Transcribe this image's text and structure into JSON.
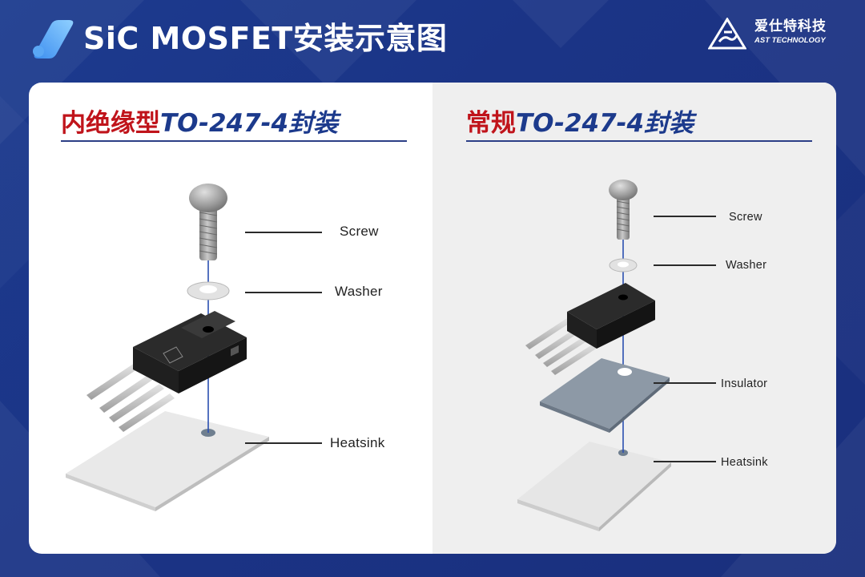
{
  "header": {
    "title": "SiC MOSFET安装示意图",
    "brand_cn": "爱仕特科技",
    "brand_en": "AST TECHNOLOGY"
  },
  "left": {
    "title_red": "内绝缘型",
    "title_blue": "TO-247-4封装",
    "labels": {
      "screw": "Screw",
      "washer": "Washer",
      "heatsink": "Heatsink"
    }
  },
  "right": {
    "title_red": "常规",
    "title_blue": "TO-247-4封装",
    "labels": {
      "screw": "Screw",
      "washer": "Washer",
      "insulator": "Insulator",
      "heatsink": "Heatsink"
    }
  },
  "colors": {
    "background": "#1b3486",
    "title_red": "#c0141b",
    "title_blue": "#1c3a8c",
    "axis_line": "#2a4fb0",
    "insulator": "#8d99a6",
    "heatsink": "#e6e6e6"
  },
  "icons": [
    "header-logo-icon",
    "ast-logo-icon"
  ]
}
